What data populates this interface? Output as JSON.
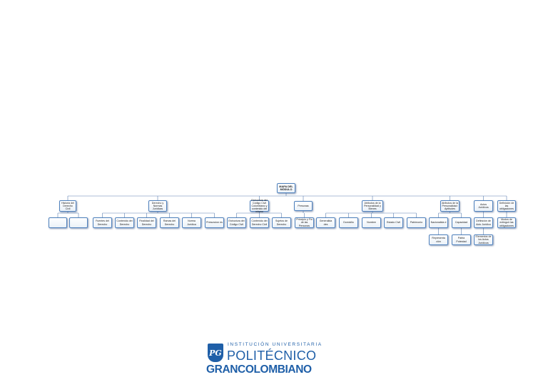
{
  "diagram": {
    "root": "MAPA DEL MÓDULO",
    "branches": [
      {
        "label": "Historia del Derecho Civil",
        "children": [
          "",
          ""
        ]
      },
      {
        "label": "Derecho y Normas Jurídicas",
        "children": [
          "Fuentes del Derecho",
          "Contenido del Derecho",
          "Finalidad del Derecho",
          "Ramas del Derecho",
          "Norma Jurídica",
          "Presuncion es"
        ]
      },
      {
        "label": "Estructura del Código Civil Colombiano y contenido del mismo",
        "children": [
          "Estructura del Código Civil",
          "Contenido del Derecho Civil",
          "Sujetos de Derecho"
        ]
      },
      {
        "label": "Personas",
        "children": [
          "Principio y Fin de las Personas"
        ]
      },
      {
        "label": "Atributos de la Personalidad y Bienes",
        "children": [
          "Generalida des",
          "Domicilio",
          "Nombre",
          "Estado Civil",
          "Patrimonio"
        ]
      },
      {
        "label": "Atributos de la Personalidad: Aptitudes",
        "children": [
          "Nacionalida d",
          "Capacidad"
        ],
        "grandchildren": [
          "Representa ción",
          "Patria Potestad"
        ]
      },
      {
        "label": "Actos Jurídicos",
        "children": [
          "Definición de Acto Jurídico"
        ],
        "grandchildren": [
          "Elementos de los Actos Jurídicos"
        ]
      },
      {
        "label": "Definición de las obligaciones",
        "children": [
          "Modos de extinguir las obligaciones"
        ]
      }
    ]
  },
  "logo": {
    "line1": "INSTITUCIÓN UNIVERSITARIA",
    "line2": "POLITÉCNICO",
    "line3": "GRANCOLOMBIANO",
    "emblem": "PG"
  },
  "colors": {
    "node_border": "#4f81bd",
    "connector": "#5a7fb0",
    "brand": "#1f5fa8"
  }
}
